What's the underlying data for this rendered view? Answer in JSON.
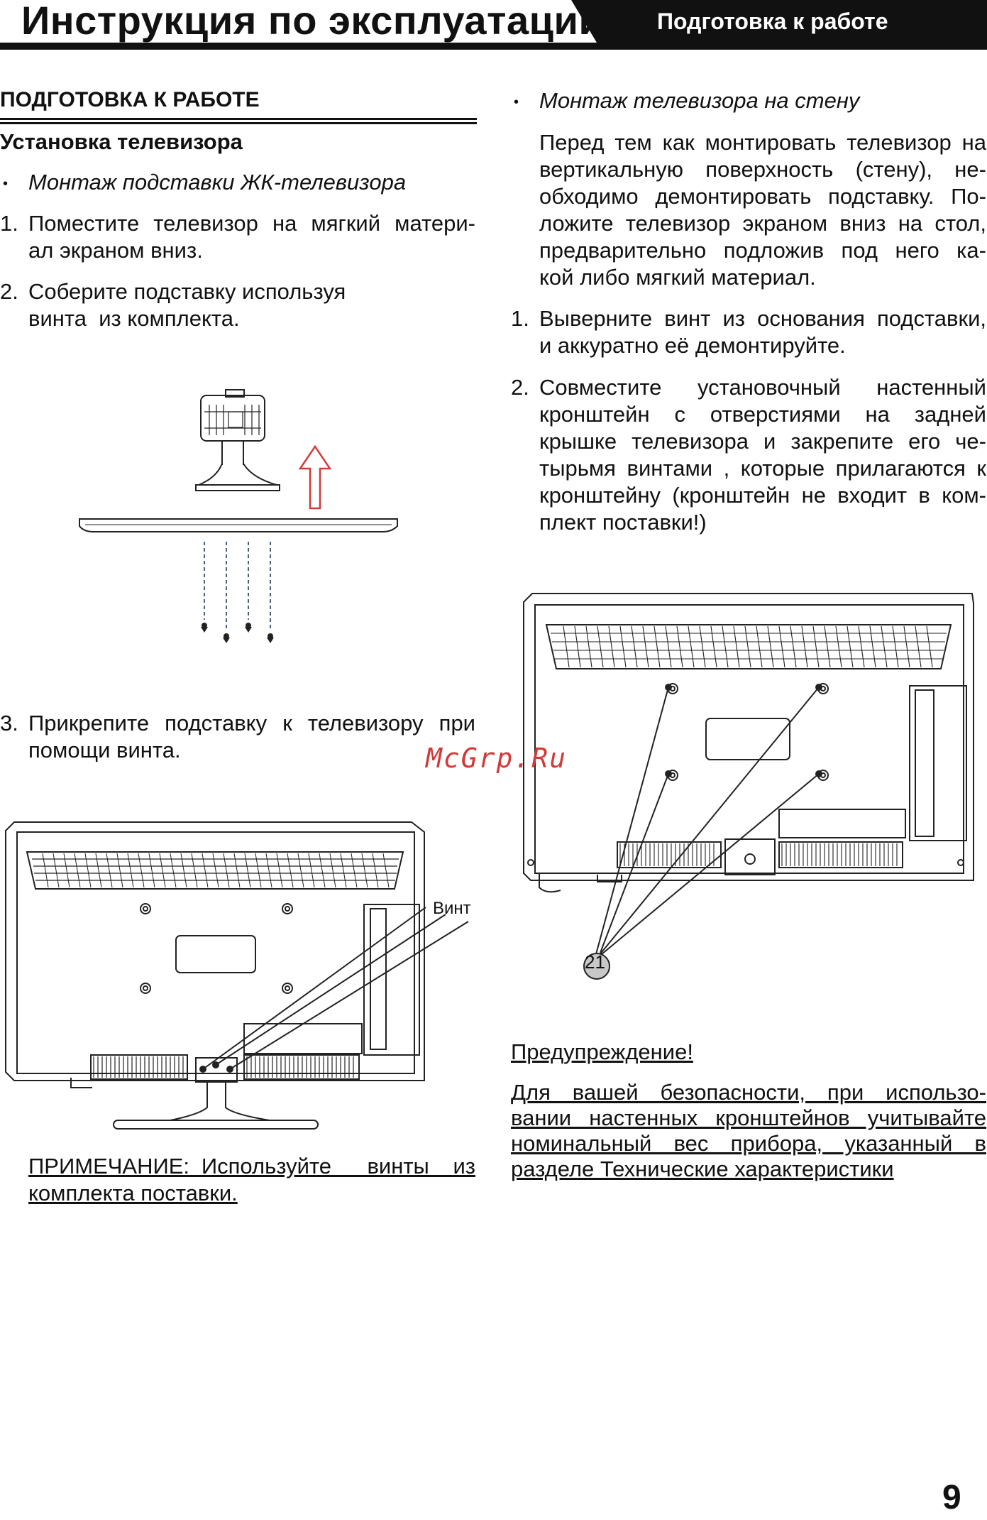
{
  "header": {
    "title": "Инструкция по эксплуатации",
    "section_tab": "Подготовка к работе"
  },
  "left": {
    "section_title": "ПОДГОТОВКА К РАБОТЕ",
    "subsection_title": "Установка телевизора",
    "bullet1": "Монтаж подставки ЖК-телевизора",
    "step1_num": "1.",
    "step1_lines": [
      "Поместите телевизор на мягкий матери-",
      "ал экраном вниз."
    ],
    "step2_num": "2.",
    "step2_lines": [
      "Соберите подставку используя",
      "винта  из комплекта."
    ],
    "step3_num": "3.",
    "step3_lines": [
      "Прикрепите подставку к телевизору при",
      "помощи винта."
    ],
    "screw_label": "Винт",
    "note_lines": [
      "ПРИМЕЧАНИЕ: Используйте   винты  из",
      "комплекта поставки."
    ]
  },
  "right": {
    "bullet1": "Монтаж телевизора на стену",
    "intro_lines": [
      "Перед тем как монтировать телевизор на",
      "вертикальную  поверхность  (стену),  не-",
      "обходимо демонтировать подставку. По-",
      "ложите телевизор экраном вниз на стол,",
      "предварительно  подложив  под  него  ка-",
      "кой либо мягкий материал."
    ],
    "step1_num": "1.",
    "step1_lines": [
      "Выверните винт из основания подставки,",
      "и аккуратно её демонтируйте."
    ],
    "step2_num": "2.",
    "step2_lines": [
      "Совместите    установочный    настенный",
      "кронштейн   с   отверстиями   на   задней",
      "крышке  телевизора  и  закрепите  его  че-",
      "тырьмя винтами , которые прилагаются к",
      "кронштейну (кронштейн не входит в ком-",
      "плект поставки!)"
    ],
    "callout": "21",
    "warning_title": "Предупреждение!",
    "warning_lines": [
      "Для  вашей  безопасности,  при  использо-",
      "вании  настенных  кронштейнов  учитывайте",
      "номинальный   вес   прибора,   указанный   в",
      "разделе Технические характеристики"
    ]
  },
  "watermark": "McGrp.Ru",
  "page_number": "9",
  "colors": {
    "arrow": "#d23a3a",
    "watermark": "#d23a3a",
    "callout_fill": "#c8c8c8"
  }
}
